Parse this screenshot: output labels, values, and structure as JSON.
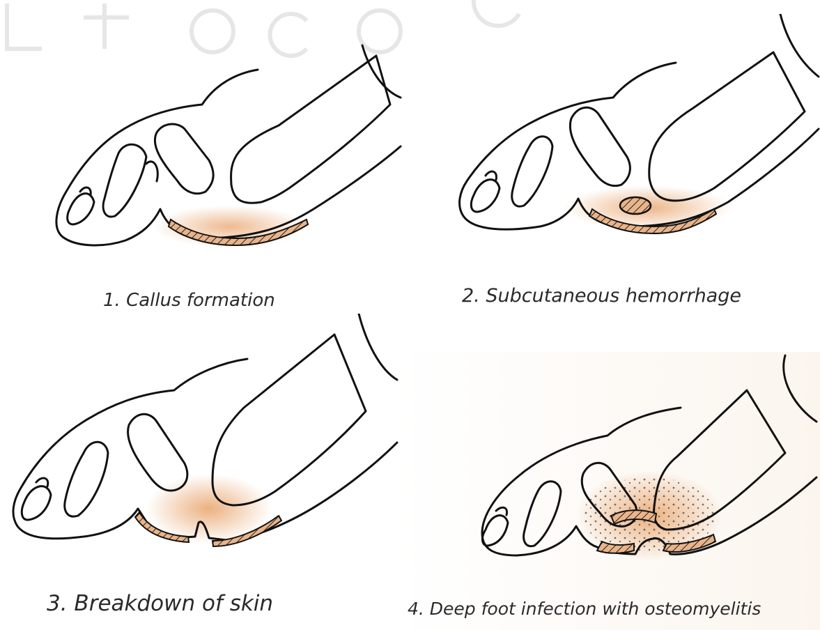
{
  "captions": {
    "step1": "1. Callus formation",
    "step2": "2. Subcutaneous hemorrhage",
    "step3": "3. Breakdown of skin",
    "step4": "4. Deep foot infection with osteomyelitis"
  },
  "colors": {
    "outline": "#111111",
    "inflammation": "#e8a36a",
    "hatch": "#c98a55",
    "background": "#ffffff",
    "watermark": "#e8e8e8"
  },
  "icons": {
    "step1": "foot-callus-icon",
    "step2": "foot-hemorrhage-icon",
    "step3": "foot-skin-breakdown-icon",
    "step4": "foot-osteomyelitis-icon"
  }
}
